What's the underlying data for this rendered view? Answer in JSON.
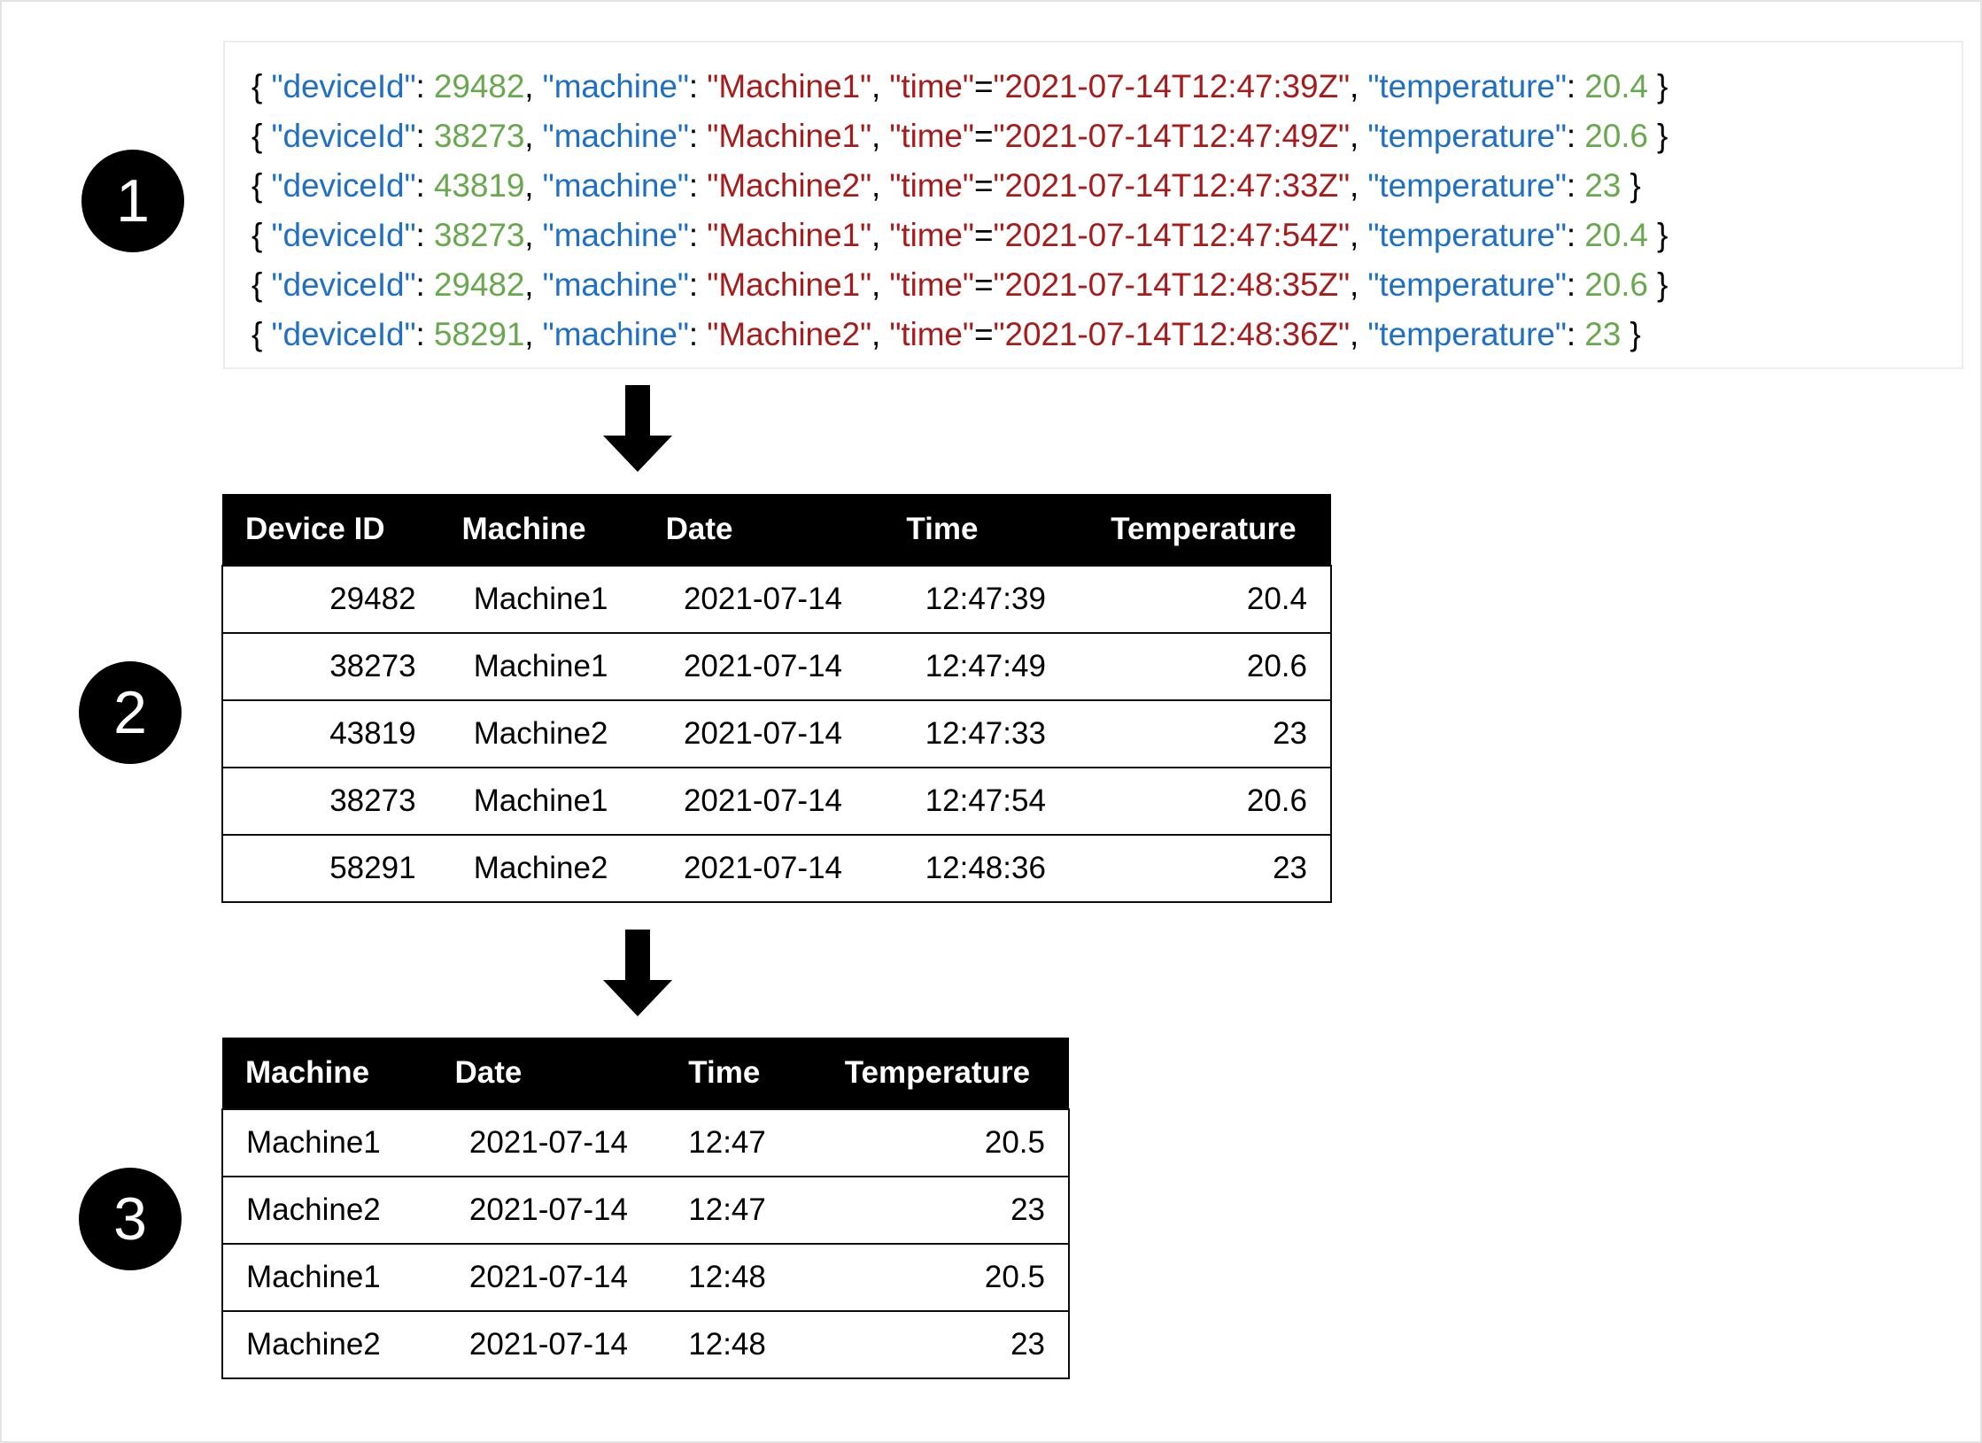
{
  "steps": [
    {
      "number": "1"
    },
    {
      "number": "2"
    },
    {
      "number": "3"
    }
  ],
  "colors": {
    "json_key": "#1f6fc4",
    "json_number": "#6aa84f",
    "json_string": "#a61c1c",
    "table_header_bg": "#000000",
    "table_header_fg": "#ffffff",
    "badge_bg": "#000000",
    "badge_fg": "#ffffff",
    "page_border": "#e3e3e3",
    "json_panel_border": "#ececec"
  },
  "json_panel": {
    "label_device": "\"deviceId\"",
    "label_machine": "\"machine\"",
    "label_time": "\"time\"",
    "label_temperature": "\"temperature\"",
    "open_brace": "{",
    "close_brace": "}",
    "colon": ": ",
    "equals": "=",
    "comma": ", ",
    "records": [
      {
        "deviceId": "29482",
        "machine": "\"Machine1\"",
        "time": "\"2021-07-14T12:47:39Z\"",
        "temperature": "20.4"
      },
      {
        "deviceId": "38273",
        "machine": "\"Machine1\"",
        "time": "\"2021-07-14T12:47:49Z\"",
        "temperature": "20.6"
      },
      {
        "deviceId": "43819",
        "machine": "\"Machine2\"",
        "time": "\"2021-07-14T12:47:33Z\"",
        "temperature": "23"
      },
      {
        "deviceId": "38273",
        "machine": "\"Machine1\"",
        "time": "\"2021-07-14T12:47:54Z\"",
        "temperature": "20.4"
      },
      {
        "deviceId": "29482",
        "machine": "\"Machine1\"",
        "time": "\"2021-07-14T12:48:35Z\"",
        "temperature": "20.6"
      },
      {
        "deviceId": "58291",
        "machine": "\"Machine2\"",
        "time": "\"2021-07-14T12:48:36Z\"",
        "temperature": "23"
      }
    ]
  },
  "table_raw": {
    "headers": [
      "Device ID",
      "Machine",
      "Date",
      "Time",
      "Temperature"
    ],
    "rows": [
      [
        "29482",
        "Machine1",
        "2021-07-14",
        "12:47:39",
        "20.4"
      ],
      [
        "38273",
        "Machine1",
        "2021-07-14",
        "12:47:49",
        "20.6"
      ],
      [
        "43819",
        "Machine2",
        "2021-07-14",
        "12:47:33",
        "23"
      ],
      [
        "38273",
        "Machine1",
        "2021-07-14",
        "12:47:54",
        "20.6"
      ],
      [
        "58291",
        "Machine2",
        "2021-07-14",
        "12:48:36",
        "23"
      ]
    ]
  },
  "table_aggregated": {
    "headers": [
      "Machine",
      "Date",
      "Time",
      "Temperature"
    ],
    "rows": [
      [
        "Machine1",
        "2021-07-14",
        "12:47",
        "20.5"
      ],
      [
        "Machine2",
        "2021-07-14",
        "12:47",
        "23"
      ],
      [
        "Machine1",
        "2021-07-14",
        "12:48",
        "20.5"
      ],
      [
        "Machine2",
        "2021-07-14",
        "12:48",
        "23"
      ]
    ]
  }
}
